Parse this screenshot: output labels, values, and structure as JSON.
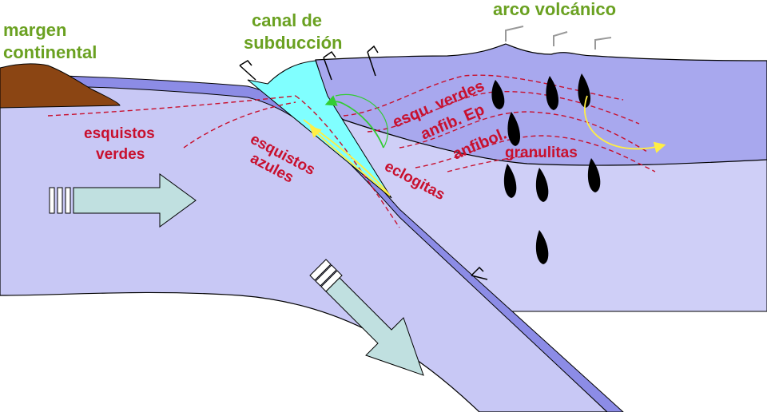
{
  "labels": {
    "margen_line1": "margen",
    "margen_line2": "continental",
    "canal_line1": "canal de",
    "canal_line2": "subducción",
    "arco": "arco volcánico",
    "esquistos_verdes_1": "esquistos",
    "esquistos_verdes_2": "verdes",
    "esquistos_azules_1": "esquistos",
    "esquistos_azules_2": "azules",
    "eclogitas": "eclogitas",
    "esqu_verdes": "esqu. verdes",
    "anfib_ep": "anfib. Ep",
    "anfibol": "anfibol.",
    "granulitas": "granulitas"
  },
  "icons": {
    "magma_drop": "magma-drop-icon",
    "motion_arrow": "plate-motion-arrow-icon",
    "fault_flag": "fault-flag-icon",
    "volcano_smoke": "volcano-smoke-icon"
  },
  "colors": {
    "oceanic_plate": "#c8c8f5",
    "continental_crust": "#a8a8ee",
    "slab_layer": "#8c8ce6",
    "lower_plate": "#cfcff7",
    "channel": "#80ffff",
    "sediment": "#8b4513",
    "arrow_fill": "#c0e0e0",
    "isograd": "#c8102e",
    "label_green": "#6aa121",
    "magma": "#000000",
    "path_green": "#33cc33",
    "path_yellow": "#ffee44"
  }
}
